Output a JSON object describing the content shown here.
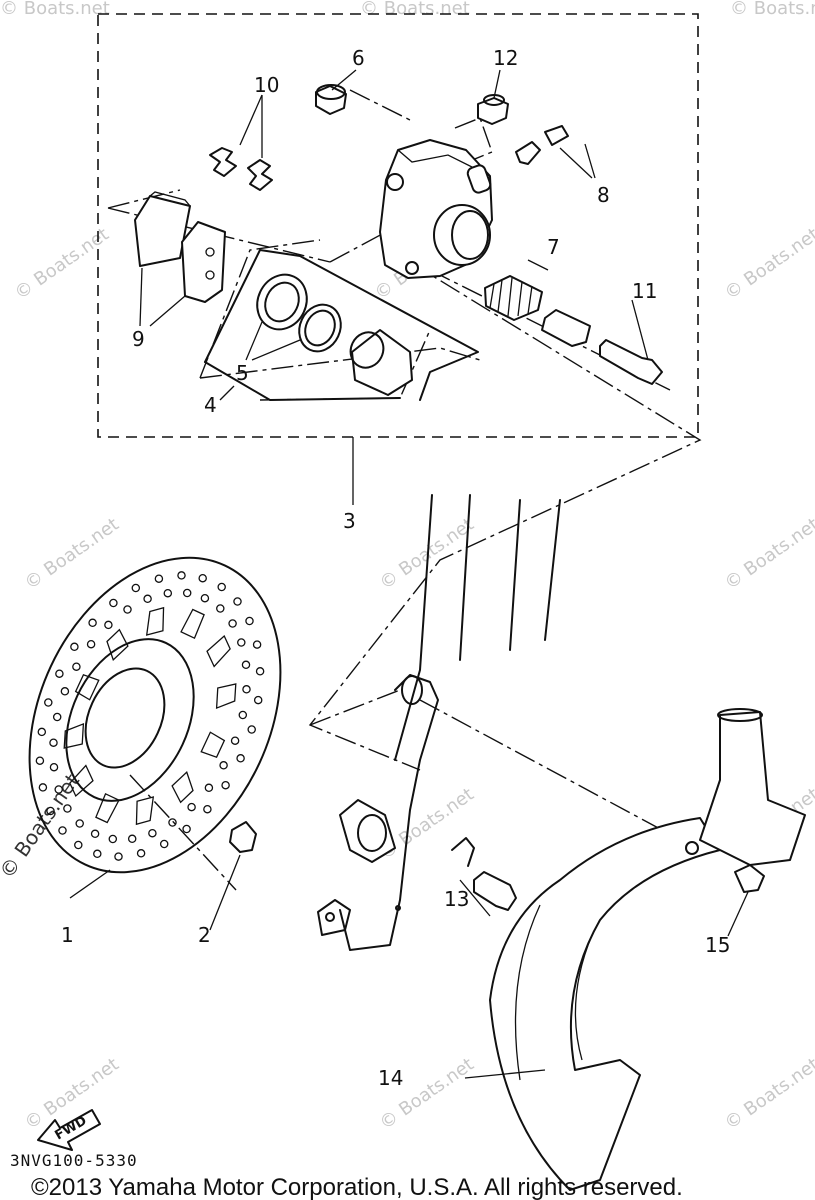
{
  "diagram": {
    "part_labels": [
      "1",
      "2",
      "3",
      "4",
      "5",
      "6",
      "7",
      "8",
      "9",
      "10",
      "11",
      "12",
      "13",
      "14",
      "15"
    ],
    "diagram_code": "3NVG100-5330",
    "direction_label": "FWD",
    "copyright": "©2013 Yamaha Motor Corporation, U.S.A. All rights reserved.",
    "watermark": "© Boats.net"
  }
}
